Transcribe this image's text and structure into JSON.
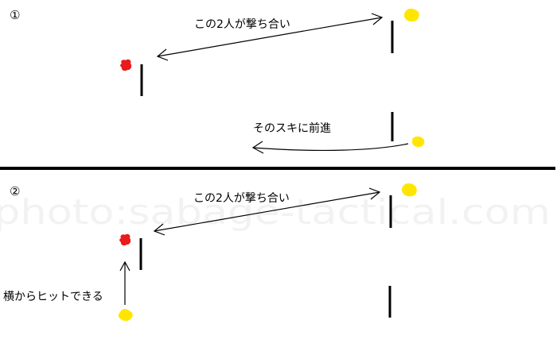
{
  "panel1": {
    "number": "①",
    "shootout_label": "この2人が撃ち合い",
    "advance_label": "そのスキに前進"
  },
  "panel2": {
    "number": "②",
    "shootout_label": "この2人が撃ち合い",
    "flank_label": "横からヒットできる"
  },
  "watermark": "photo:sabage-tactical.com",
  "colors": {
    "red_player": "#e81c1c",
    "yellow_player": "#ffe600",
    "line": "#000000"
  }
}
